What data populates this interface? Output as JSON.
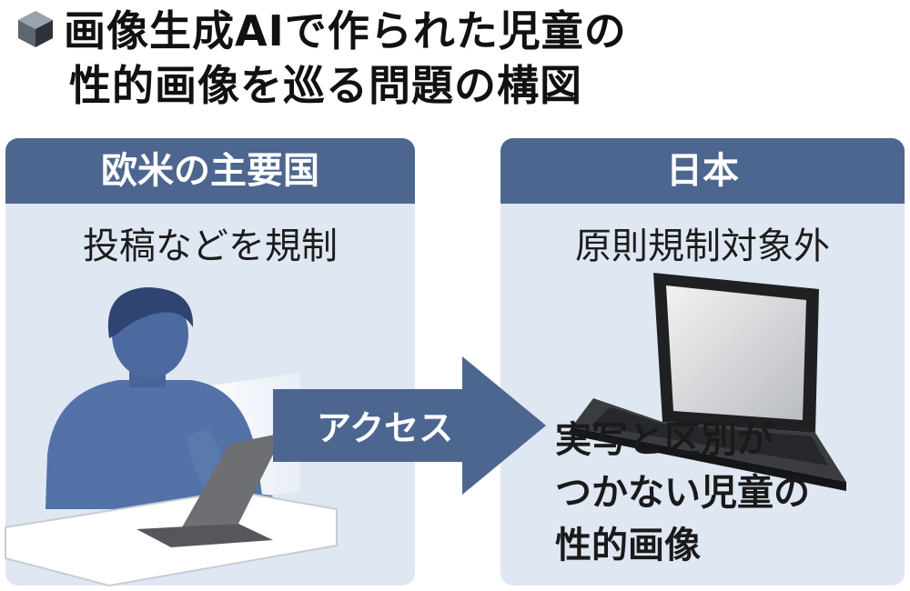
{
  "title": {
    "line1": "画像生成AIで作られた児童の",
    "line2": "性的画像を巡る問題の構図"
  },
  "left_panel": {
    "header": "欧米の主要国",
    "subtitle": "投稿などを規制"
  },
  "right_panel": {
    "header": "日本",
    "subtitle": "原則規制対象外",
    "caption": [
      "実写と区別が",
      "つかない児童の",
      "性的画像"
    ]
  },
  "arrow": {
    "label": "アクセス"
  },
  "colors": {
    "header_bg": "#4d6690",
    "panel_bg": "#dfe7f3",
    "arrow": "#4d6690",
    "figure": "#4f6ea3"
  },
  "icons": {
    "title_marker": "cube-icon"
  }
}
